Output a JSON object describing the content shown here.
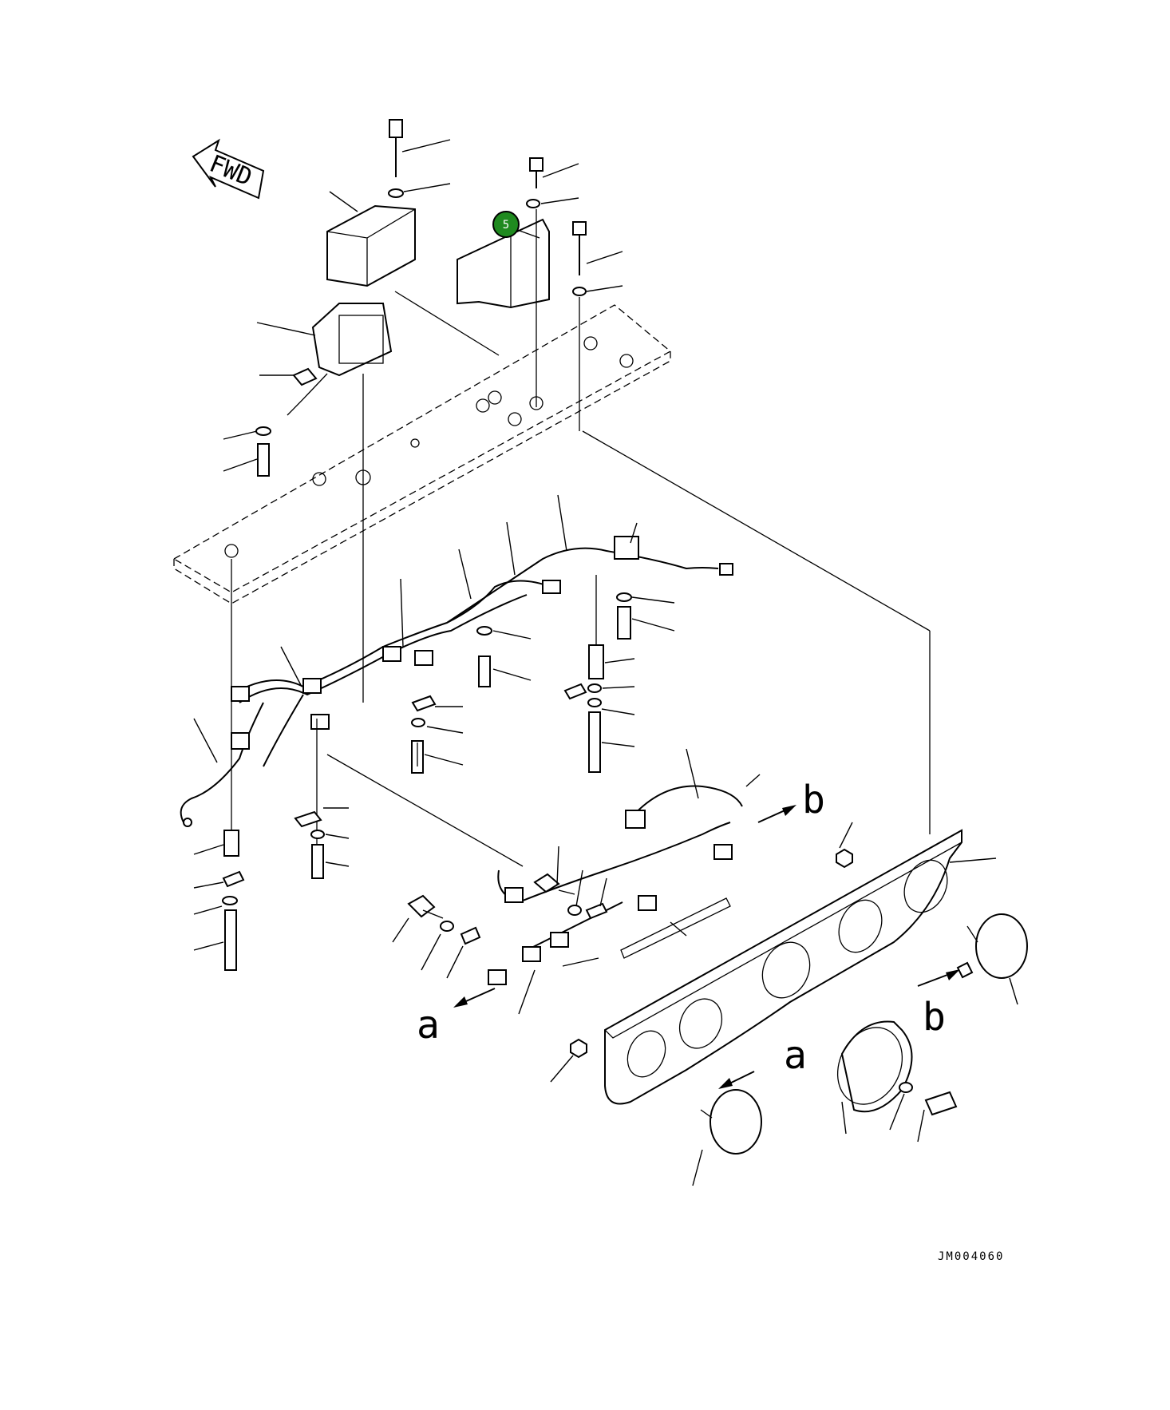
{
  "diagram": {
    "fwd_label": "FWD",
    "callout": {
      "label": "5",
      "color": "#1f8a1f"
    },
    "connectors": {
      "a_top": "a",
      "a_bottom": "a",
      "b_top": "b",
      "b_bottom": "b"
    },
    "drawing_code": "JM004060"
  }
}
